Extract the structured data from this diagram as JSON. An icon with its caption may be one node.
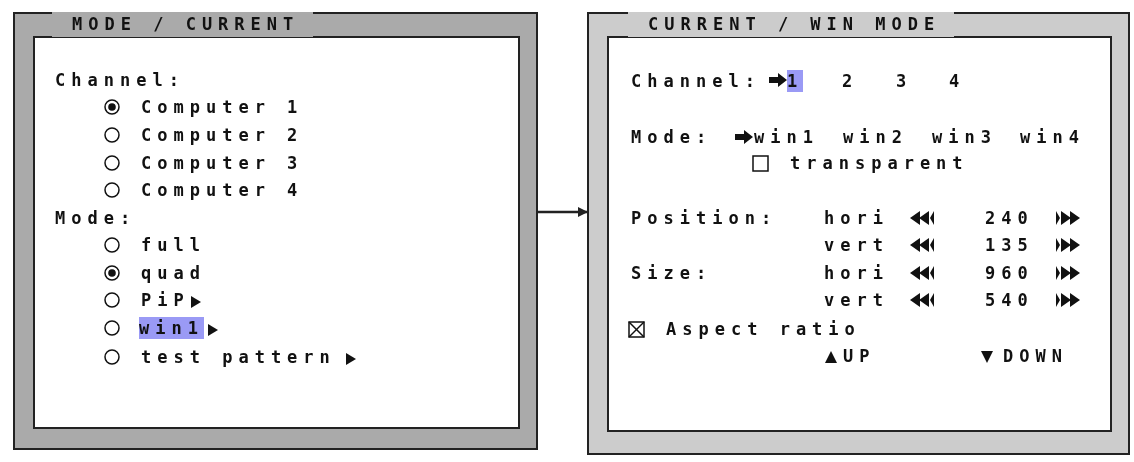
{
  "diagram": {
    "nodes": [
      {
        "text": [
          "MODE / CURRENT",
          "Channel:",
          "Computer 1",
          "Computer 2",
          "Computer 3",
          "Computer 4",
          "Mode:",
          "full",
          "quad",
          "PiP",
          "win1",
          "test pattern"
        ]
      },
      {
        "text": [
          "CURRENT / WIN MODE",
          "Channel:",
          "1",
          "2",
          "3",
          "4",
          "Mode:",
          "win1",
          "win2",
          "win3",
          "win4",
          "transparent",
          "Position:",
          "hori",
          "240",
          "vert",
          "135",
          "Size:",
          "hori",
          "960",
          "vert",
          "540",
          "Aspect ratio",
          "UP",
          "DOWN"
        ]
      }
    ],
    "edges": [
      {
        "from": 0,
        "to": 1,
        "arrow": "to"
      }
    ]
  }
}
